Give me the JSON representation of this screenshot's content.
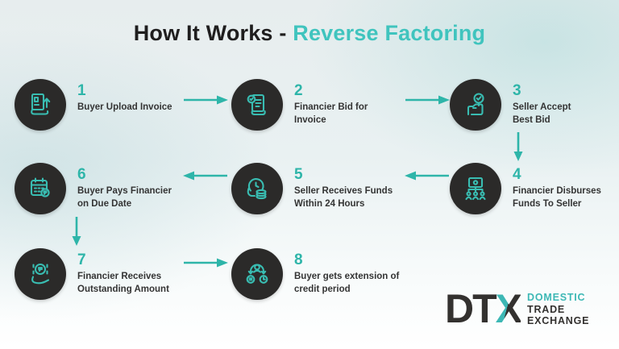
{
  "title": {
    "prefix": "How It Works - ",
    "highlight": "Reverse Factoring"
  },
  "steps": [
    {
      "number": "1",
      "label": "Buyer Upload Invoice",
      "icon": "invoice-upload-icon"
    },
    {
      "number": "2",
      "label": "Financier Bid for Invoice",
      "icon": "bid-document-icon"
    },
    {
      "number": "3",
      "label": "Seller Accept Best Bid",
      "icon": "accept-bid-icon"
    },
    {
      "number": "4",
      "label": "Financier Disburses Funds To Seller",
      "icon": "disburse-funds-icon"
    },
    {
      "number": "5",
      "label": "Seller Receives Funds Within 24 Hours",
      "icon": "funds-clock-icon"
    },
    {
      "number": "6",
      "label": "Buyer Pays Financier on Due Date",
      "icon": "calendar-payment-icon"
    },
    {
      "number": "7",
      "label": "Financier Receives Outstanding Amount",
      "icon": "hand-coin-icon"
    },
    {
      "number": "8",
      "label": "Buyer gets extension of credit period",
      "icon": "credit-extension-icon"
    }
  ],
  "logo": {
    "letters_dark": "DT",
    "letter_x": "X",
    "tagline": [
      "DOMESTIC",
      "TRADE",
      "EXCHANGE"
    ]
  },
  "colors": {
    "teal_accent": "#2eb5a9",
    "title_teal": "#40c4be",
    "icon_stroke": "#39bdb2",
    "circle_bg": "#2b2a29",
    "dark_text": "#343434",
    "logo_dark": "#33312f",
    "logo_teal": "#3db8b5"
  }
}
